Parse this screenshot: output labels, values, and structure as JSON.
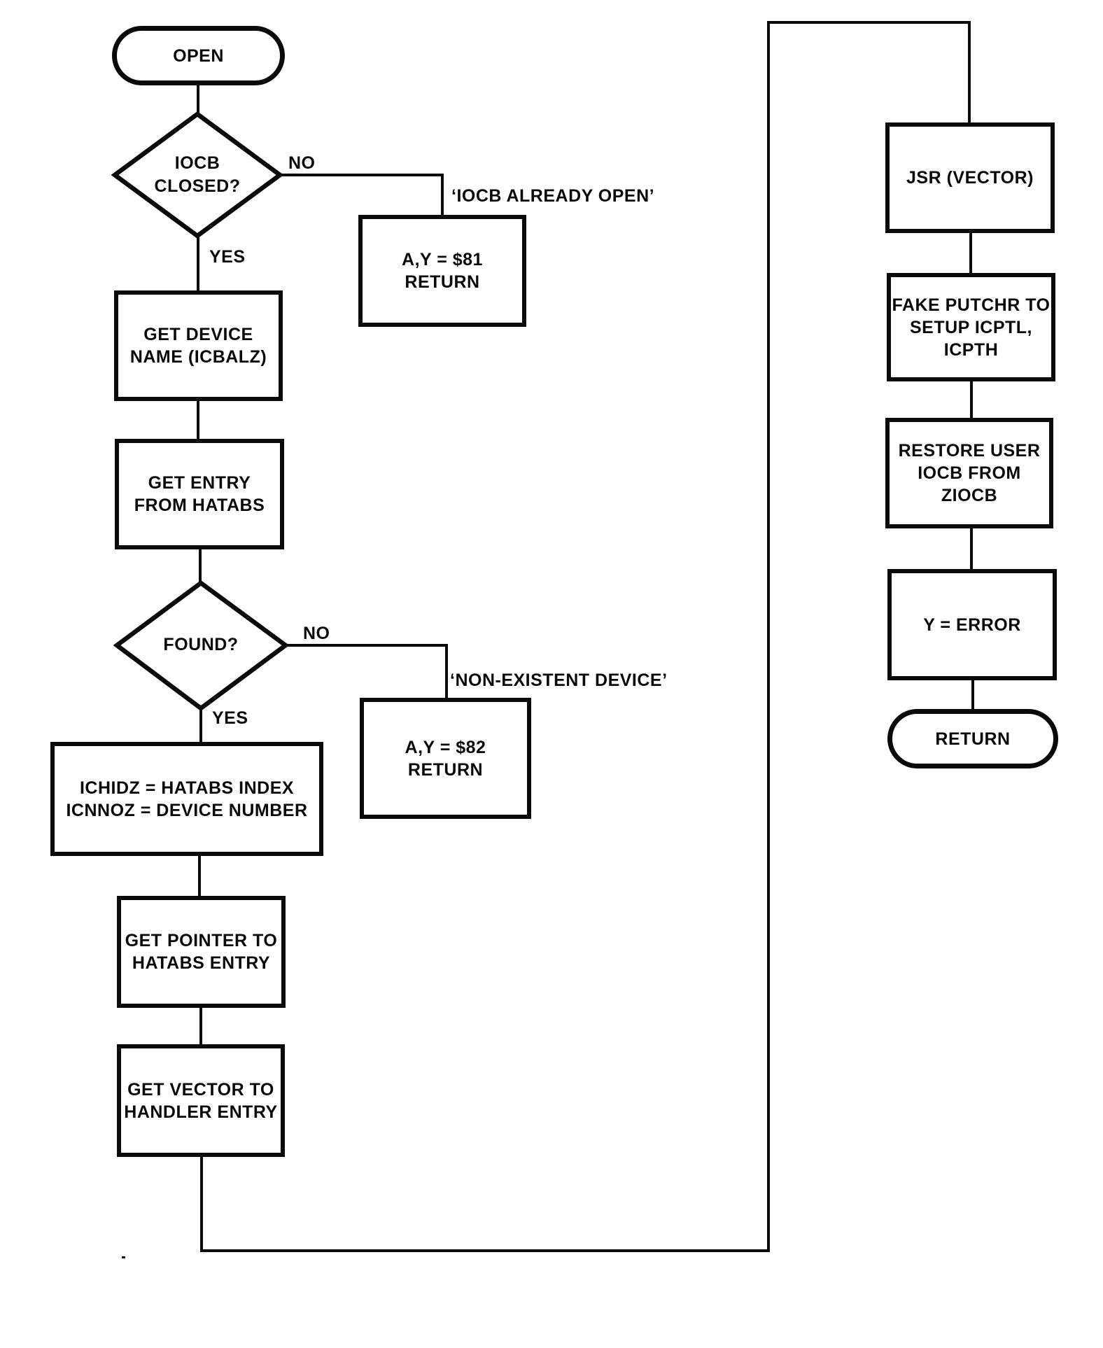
{
  "colors": {
    "ink": "#0a0a0a",
    "paper": "#ffffff"
  },
  "nodes": {
    "open": {
      "type": "terminal",
      "label": "OPEN"
    },
    "iocb_closed": {
      "type": "decision",
      "label": "IOCB\nCLOSED?"
    },
    "already_open_return": {
      "type": "process",
      "label": "A,Y =  $81\nRETURN"
    },
    "get_device_name": {
      "type": "process",
      "label": "GET DEVICE\nNAME (ICBALZ)"
    },
    "get_entry_hatabs": {
      "type": "process",
      "label": "GET ENTRY\nFROM HATABS"
    },
    "found": {
      "type": "decision",
      "label": "FOUND?"
    },
    "nonexistent_return": {
      "type": "process",
      "label": "A,Y =  $82\nRETURN"
    },
    "set_ichidz": {
      "type": "process",
      "label": "ICHIDZ =  HATABS INDEX\nICNNOZ =  DEVICE NUMBER"
    },
    "get_pointer": {
      "type": "process",
      "label": "GET POINTER TO\nHATABS ENTRY"
    },
    "get_vector": {
      "type": "process",
      "label": "GET VECTOR TO\nHANDLER ENTRY"
    },
    "jsr_vector": {
      "type": "process",
      "label": "JSR (VECTOR)"
    },
    "fake_putchr": {
      "type": "process",
      "label": "FAKE PUTCHR TO\nSETUP ICPTL,\nICPTH"
    },
    "restore_iocb": {
      "type": "process",
      "label": "RESTORE USER\nIOCB FROM\nZIOCB"
    },
    "y_error": {
      "type": "process",
      "label": "Y =  ERROR"
    },
    "return": {
      "type": "terminal",
      "label": "RETURN"
    }
  },
  "labels": {
    "no1": "NO",
    "yes1": "YES",
    "note_already_open": "‘IOCB ALREADY OPEN’",
    "no2": "NO",
    "yes2": "YES",
    "note_nonexistent": "‘NON-EXISTENT DEVICE’"
  }
}
